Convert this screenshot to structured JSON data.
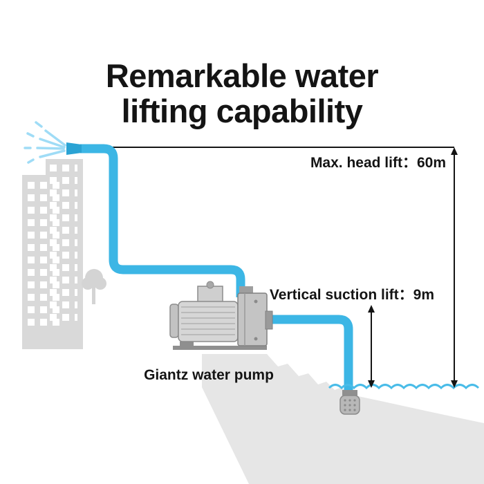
{
  "title": {
    "line1": "Remarkable water",
    "line2": "lifting capability"
  },
  "annotations": {
    "max_head_lift": "Max. head lift：60m",
    "vertical_suction_lift": "Vertical suction lift：9m",
    "pump_caption": "Giantz water pump"
  },
  "colors": {
    "pipe_blue": "#3cb6e5",
    "nozzle_blue": "#2aa3d4",
    "spray_light_blue": "#9fdcf6",
    "water_blue": "#49bce8",
    "silhouette_gray": "#d9d9d9",
    "ground_gray": "#e6e6e6",
    "text_black": "#141414"
  }
}
